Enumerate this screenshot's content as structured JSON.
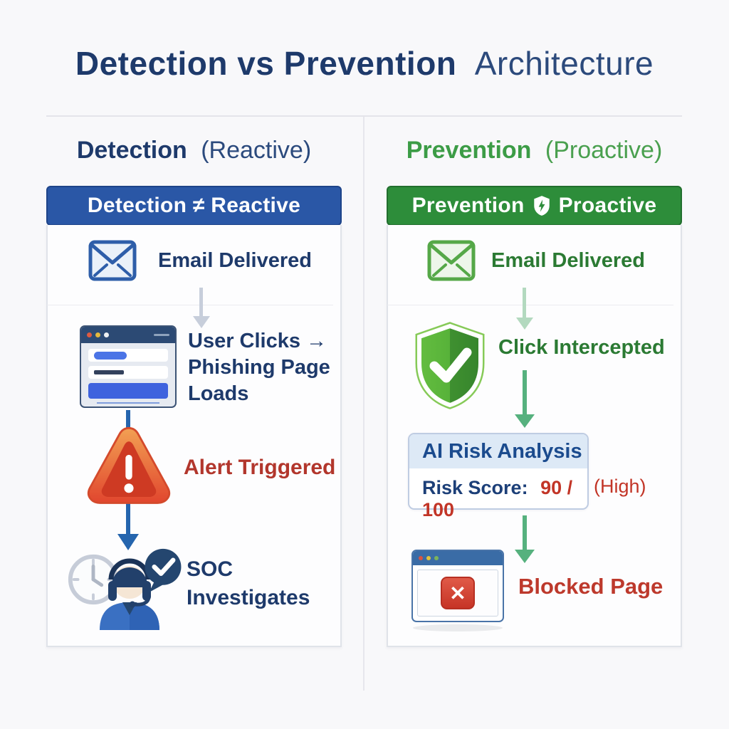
{
  "title": {
    "strong": "Detection vs Prevention",
    "light": "Architecture"
  },
  "left": {
    "header_strong": "Detection",
    "header_light": "(Reactive)",
    "banner": "Detection ≠ Reactive",
    "email": "Email Delivered",
    "clicks_lines": [
      "User Clicks →",
      "Phishing Page",
      "Loads"
    ],
    "alert": "Alert Triggered",
    "soc_lines": [
      "SOC",
      "Investigates"
    ]
  },
  "right": {
    "header_strong": "Prevention",
    "header_light": "(Proactive)",
    "banner_word1": "Prevention",
    "banner_word2": "Proactive",
    "email": "Email Delivered",
    "intercepted": "Click Intercepted",
    "risk_title": "AI Risk Analysis",
    "risk_label": "Risk Score:",
    "risk_value": "90 / 100",
    "risk_qualifier": "(High)",
    "blocked": "Blocked Page",
    "blocked_x": "✕"
  },
  "colors": {
    "accent_blue": "#2a57a6",
    "accent_green": "#2d8d3a",
    "navy_text": "#1e3a6b",
    "green_text": "#2b7a33",
    "alert_red": "#b2362c",
    "risk_red": "#c23527"
  }
}
